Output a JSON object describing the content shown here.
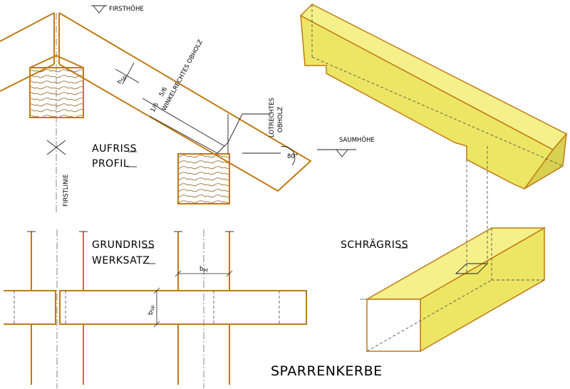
{
  "title": "SPARRENKERBE",
  "labels": {
    "firsthoehe": "FIRSTHÖHE",
    "saumhoehe": "SAUMHÖHE",
    "firstlinie": "FIRSTLINIE",
    "aufriss": "AUFRISS",
    "profil": "PROFIL",
    "grundriss": "GRUNDRISS",
    "werksatz": "WERKSATZ",
    "schraegriss": "SCHRÄGRISS",
    "winkelrechtes": "WINKELRECHTES OBHOLZ",
    "lotrechtes": "LOTRECHTES",
    "obholz": "OBHOLZ",
    "fraction_1": "1/6",
    "fraction_5": "5/6",
    "angle": "80°",
    "h_main": "h",
    "h_sub": "Sp",
    "bpf_main": "b",
    "bpf_sub": "Pf",
    "bsp_main": "b",
    "bsp_sub": "Sp"
  },
  "colors": {
    "wood": "#c07a14",
    "yellow": "#f5f08a",
    "yellow_side": "#ece664",
    "yellow_dark": "#d8d050",
    "grain": "#8a5a18"
  }
}
